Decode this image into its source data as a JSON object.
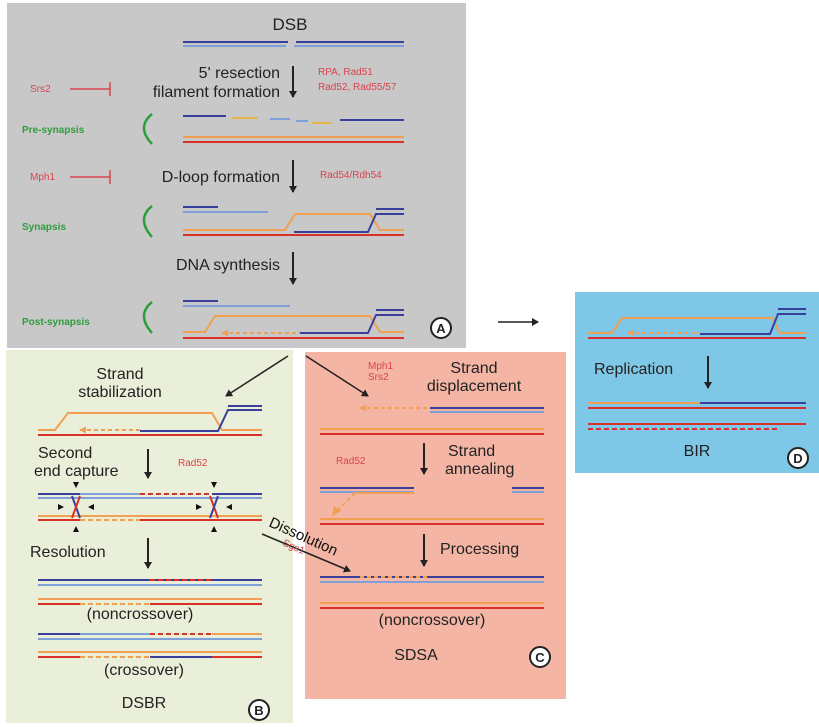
{
  "panel_a": {
    "title": "DSB",
    "step_resection": "5' resection",
    "step_filament": "filament formation",
    "factors_resection_1": "RPA, Rad51",
    "factors_resection_2": "Rad52, Rad55/57",
    "inhibitor_1": "Srs2",
    "stage_presynapsis": "Pre-synapsis",
    "inhibitor_2": "Mph1",
    "step_dloop": "D-loop formation",
    "factors_dloop": "Rad54/Rdh54",
    "stage_synapsis": "Synapsis",
    "step_synthesis": "DNA synthesis",
    "stage_postsynapsis": "Post-synapsis",
    "badge": "A"
  },
  "panel_b": {
    "step_stabilization_1": "Strand",
    "step_stabilization_2": "stabilization",
    "step_capture_1": "Second",
    "step_capture_2": "end capture",
    "factor_capture": "Rad52",
    "step_resolution": "Resolution",
    "outcome_1": "(noncrossover)",
    "outcome_2": "(crossover)",
    "pathway": "DSBR",
    "badge": "B"
  },
  "dissolution": {
    "label": "Dissolution",
    "factor": "Sgs1"
  },
  "panel_c": {
    "factor_1": "Mph1",
    "factor_2": "Srs2",
    "step_displacement_1": "Strand",
    "step_displacement_2": "displacement",
    "factor_annealing": "Rad52",
    "step_annealing_1": "Strand",
    "step_annealing_2": "annealing",
    "step_processing": "Processing",
    "outcome": "(noncrossover)",
    "pathway": "SDSA",
    "badge": "C"
  },
  "panel_d": {
    "step_replication": "Replication",
    "pathway": "BIR",
    "badge": "D"
  },
  "colors": {
    "blue_strand": "#3b3f9c",
    "light_blue_strand": "#7f9fd8",
    "red_strand": "#d9302a",
    "orange_strand": "#f0a050",
    "green_stage": "#2e9e3c",
    "red_factor": "#d9434d"
  }
}
